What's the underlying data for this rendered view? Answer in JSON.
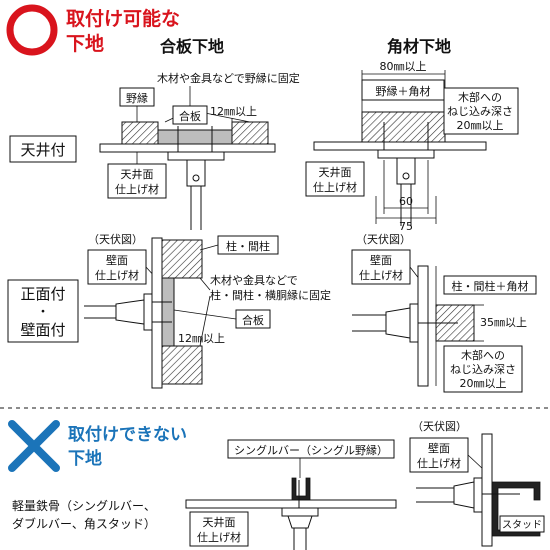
{
  "ok": {
    "heading_line1": "取付け可能な",
    "heading_line2": "下地",
    "plywood_title": "合板下地",
    "lumber_title": "角材下地",
    "ceiling_label": "天井付",
    "wall_label_line1": "正面付",
    "wall_label_dot": "・",
    "wall_label_line2": "壁面付"
  },
  "ceiling_plywood": {
    "fix_note": "木材や金具などで野縁に固定",
    "nobuchi": "野縁",
    "goban": "合板",
    "dim": "12㎜以上",
    "finish_line1": "天井面",
    "finish_line2": "仕上げ材"
  },
  "ceiling_lumber": {
    "dim_top": "80㎜以上",
    "nobuchi_kakuzai": "野縁＋角材",
    "depth_line1": "木部への",
    "depth_line2": "ねじ込み深さ",
    "depth_line3": "20㎜以上",
    "finish_line1": "天井面",
    "finish_line2": "仕上げ材",
    "dim_60": "60",
    "dim_75": "75"
  },
  "wall_plywood": {
    "plan_view": "（天伏図）",
    "finish_line1": "壁面",
    "finish_line2": "仕上げ材",
    "pillar": "柱・間柱",
    "fix_line1": "木材や金具などで",
    "fix_line2": "柱・間柱・横胴縁に固定",
    "goban": "合板",
    "dim": "12㎜以上"
  },
  "wall_lumber": {
    "plan_view": "（天伏図）",
    "finish_line1": "壁面",
    "finish_line2": "仕上げ材",
    "pillar": "柱・間柱＋角材",
    "dim": "35㎜以上",
    "depth_line1": "木部への",
    "depth_line2": "ねじ込み深さ",
    "depth_line3": "20㎜以上"
  },
  "ng": {
    "heading_line1": "取付けできない",
    "heading_line2": "下地",
    "steel_line1": "軽量鉄骨（シングルバー、",
    "steel_line2": "ダブルバー、角スタッド）",
    "single_bar": "シングルバー（シングル野縁）",
    "finish_line1": "天井面",
    "finish_line2": "仕上げ材",
    "plan_view": "（天伏図）",
    "wall_finish_line1": "壁面",
    "wall_finish_line2": "仕上げ材",
    "stud": "スタッド"
  },
  "colors": {
    "ok_red": "#d9141d",
    "ng_blue": "#1b74b9"
  }
}
